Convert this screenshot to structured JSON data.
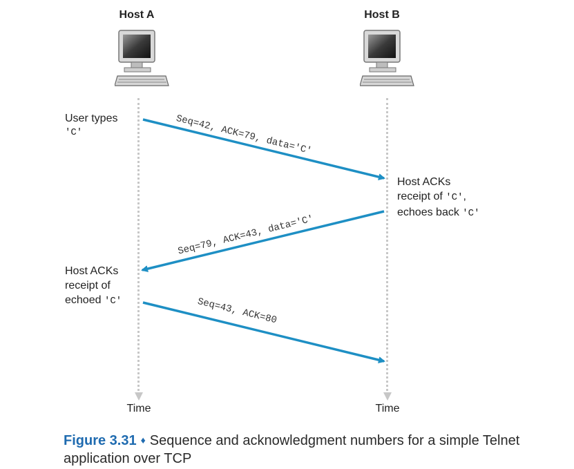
{
  "host_a": {
    "label": "Host A",
    "icon": "desktop-computer-icon",
    "time_label": "Time"
  },
  "host_b": {
    "label": "Host B",
    "icon": "desktop-computer-icon",
    "time_label": "Time"
  },
  "colors": {
    "arrow": "#1e8fc4",
    "timeline": "#c7c7c7",
    "caption_accent": "#1f6bb0"
  },
  "notes": {
    "a1": {
      "line1": "User types",
      "line2_code": "'C'"
    },
    "b1": {
      "line1": "Host ACKs",
      "line2_text": "receipt of ",
      "line2_code": "'C'",
      "line2_tail": ",",
      "line3_text": "echoes back ",
      "line3_code": "'C'"
    },
    "a2": {
      "line1": "Host ACKs",
      "line2": "receipt of",
      "line3_text": "echoed ",
      "line3_code": "'C'"
    }
  },
  "messages": [
    {
      "text": "Seq=42, ACK=79, data='C'",
      "direction": "A to B"
    },
    {
      "text": "Seq=79, ACK=43, data='C'",
      "direction": "B to A"
    },
    {
      "text": "Seq=43, ACK=80",
      "direction": "A to B"
    }
  ],
  "caption": {
    "figure": "Figure 3.31",
    "separator": "♦",
    "text": "Sequence and acknowledgment numbers for a simple Telnet application over TCP"
  }
}
